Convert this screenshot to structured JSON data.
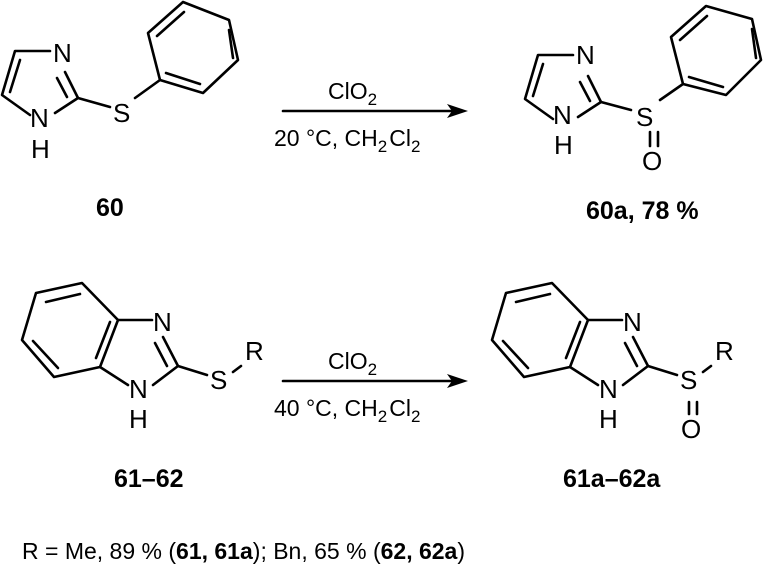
{
  "scheme": {
    "reaction1": {
      "reactant": {
        "id": "60",
        "label": "60",
        "atoms": {
          "n_top": "N",
          "n_bottom": "N",
          "h": "H",
          "s": "S"
        }
      },
      "arrow": {
        "reagent": "ClO",
        "reagent_sub": "2",
        "conditions_temp": "20 °C, CH",
        "conditions_sub1": "2",
        "conditions_cl": "Cl",
        "conditions_sub2": "2"
      },
      "product": {
        "id": "60a",
        "label": "60a, 78 %",
        "yield": "78 %",
        "atoms": {
          "n_top": "N",
          "n_bottom": "N",
          "h": "H",
          "s": "S",
          "o": "O"
        }
      }
    },
    "reaction2": {
      "reactant": {
        "id": "61–62",
        "label": "61–62",
        "atoms": {
          "n_top": "N",
          "n_bottom": "N",
          "h": "H",
          "s": "S",
          "r": "R"
        }
      },
      "arrow": {
        "reagent": "ClO",
        "reagent_sub": "2",
        "conditions_temp": "40 °C, CH",
        "conditions_sub1": "2",
        "conditions_cl": "Cl",
        "conditions_sub2": "2"
      },
      "product": {
        "id": "61a–62a",
        "label": "61a–62a",
        "atoms": {
          "n_top": "N",
          "n_bottom": "N",
          "h": "H",
          "s": "S",
          "o": "O",
          "r": "R"
        }
      }
    },
    "footnote": {
      "prefix": "R = Me, 89 % (",
      "bold1": "61, 61a",
      "mid": "); Bn, 65 % (",
      "bold2": "62, 62a",
      "suffix": ")"
    }
  }
}
